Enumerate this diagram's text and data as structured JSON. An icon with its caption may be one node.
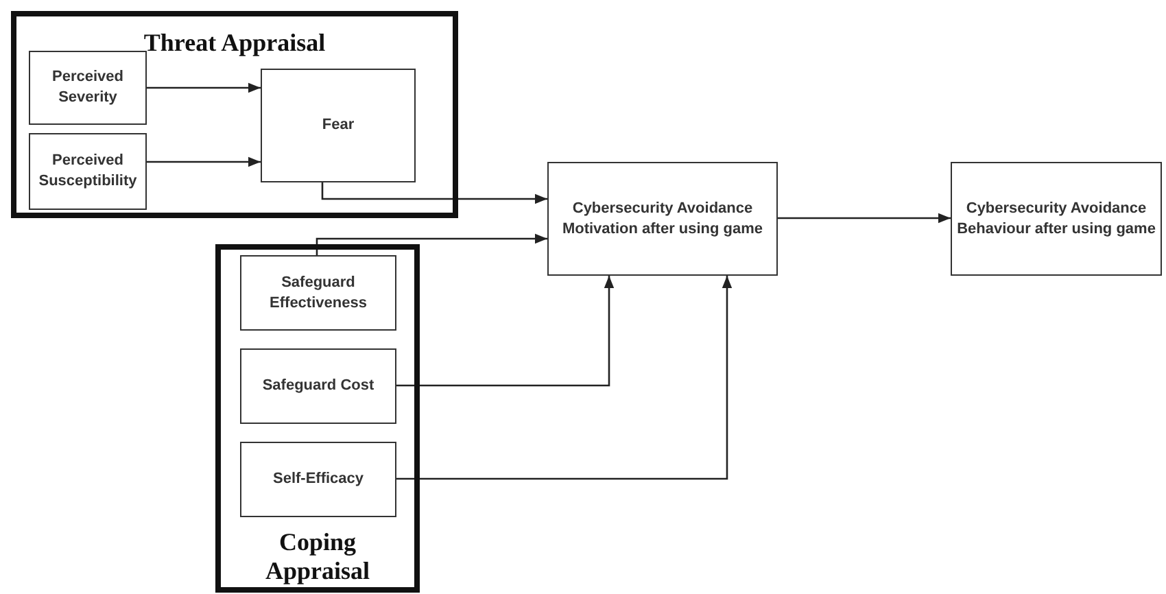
{
  "diagram": {
    "nodes": [
      {
        "text": [
          "Threat Appraisal"
        ]
      },
      {
        "text": [
          "Perceived Severity"
        ],
        "in": 0
      },
      {
        "text": [
          "Perceived Susceptibility"
        ],
        "in": 0
      },
      {
        "text": [
          "Fear"
        ],
        "in": 0
      },
      {
        "text": [
          "Coping Appraisal"
        ]
      },
      {
        "text": [
          "Safeguard Effectiveness"
        ],
        "in": 4
      },
      {
        "text": [
          "Safeguard Cost"
        ],
        "in": 4
      },
      {
        "text": [
          "Self-Efficacy"
        ],
        "in": 4
      },
      {
        "text": [
          "Cybersecurity Avoidance Motivation after using game"
        ]
      },
      {
        "text": [
          "Cybersecurity Avoidance Behaviour after using game"
        ]
      }
    ],
    "edges": [
      {
        "from": 1,
        "to": 3,
        "arrow": "to"
      },
      {
        "from": 2,
        "to": 3,
        "arrow": "to"
      },
      {
        "from": 3,
        "to": 8,
        "arrow": "to"
      },
      {
        "from": 5,
        "to": 8,
        "arrow": "to"
      },
      {
        "from": 6,
        "to": 8,
        "arrow": "to"
      },
      {
        "from": 7,
        "to": 8,
        "arrow": "to"
      },
      {
        "from": 8,
        "to": 9,
        "arrow": "to"
      }
    ]
  }
}
